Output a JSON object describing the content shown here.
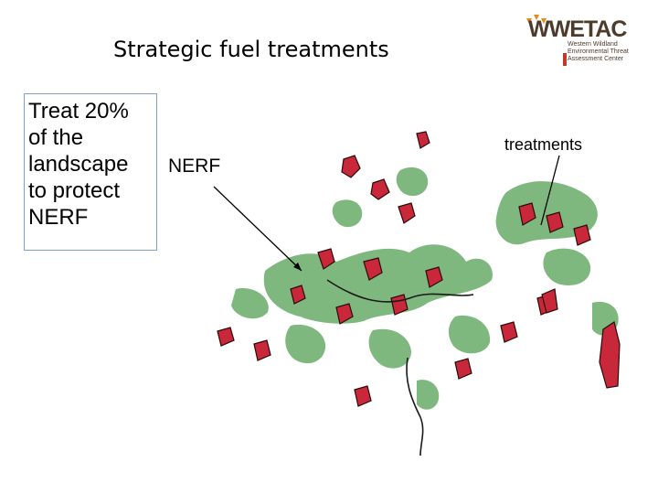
{
  "title": "Strategic fuel treatments",
  "logo": {
    "wordmark": "WWETAC",
    "subtitle": "Western Wildland\nEnvironmental Threat\nAssessment Center",
    "colors": {
      "text": "#4d3b2c",
      "flame": "#e88a1a",
      "accent": "#c0392b"
    }
  },
  "callout": {
    "lines": "Treat 20%\nof the\nlandscape\nto protect\nNERF",
    "border_color": "#7f9fd4"
  },
  "map": {
    "labels": {
      "nerf": "NERF",
      "treatments": "treatments"
    },
    "colors": {
      "nerf": "#7fb87f",
      "treatment_fill": "#c8283a",
      "treatment_edge": "#2a0a0a",
      "roads": "#1a1a1a"
    }
  }
}
